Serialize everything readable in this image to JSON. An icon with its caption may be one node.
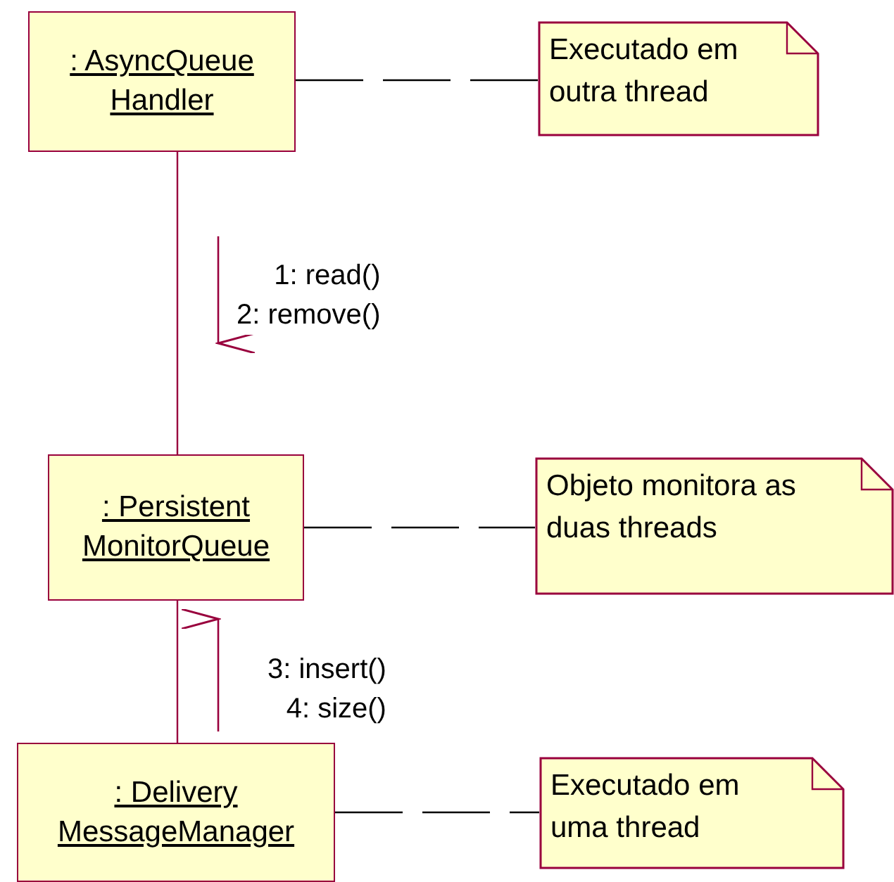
{
  "diagram": {
    "nodes": [
      {
        "text": [
          ": AsyncQueue Handler"
        ]
      },
      {
        "text": [
          "Executado em outra thread"
        ]
      },
      {
        "text": [
          ": Persistent MonitorQueue"
        ]
      },
      {
        "text": [
          "Objeto monitora as duas threads"
        ]
      },
      {
        "text": [
          ": Delivery MessageManager"
        ]
      },
      {
        "text": [
          "Executado em uma thread"
        ]
      }
    ],
    "edges": [
      {
        "from": 0,
        "to": 1,
        "arrow": "none",
        "style": "dashed",
        "color": "#000000"
      },
      {
        "from": 0,
        "to": 2,
        "arrow": "none",
        "label": "1: read() 2: remove()",
        "color": "#99003d"
      },
      {
        "from": 2,
        "to": 3,
        "arrow": "none",
        "style": "dashed",
        "color": "#000000"
      },
      {
        "from": 2,
        "to": 4,
        "arrow": "none",
        "label": "3: insert() 4: size()",
        "color": "#99003d"
      },
      {
        "from": 4,
        "to": 5,
        "arrow": "none",
        "style": "dashed",
        "color": "#000000"
      }
    ]
  }
}
